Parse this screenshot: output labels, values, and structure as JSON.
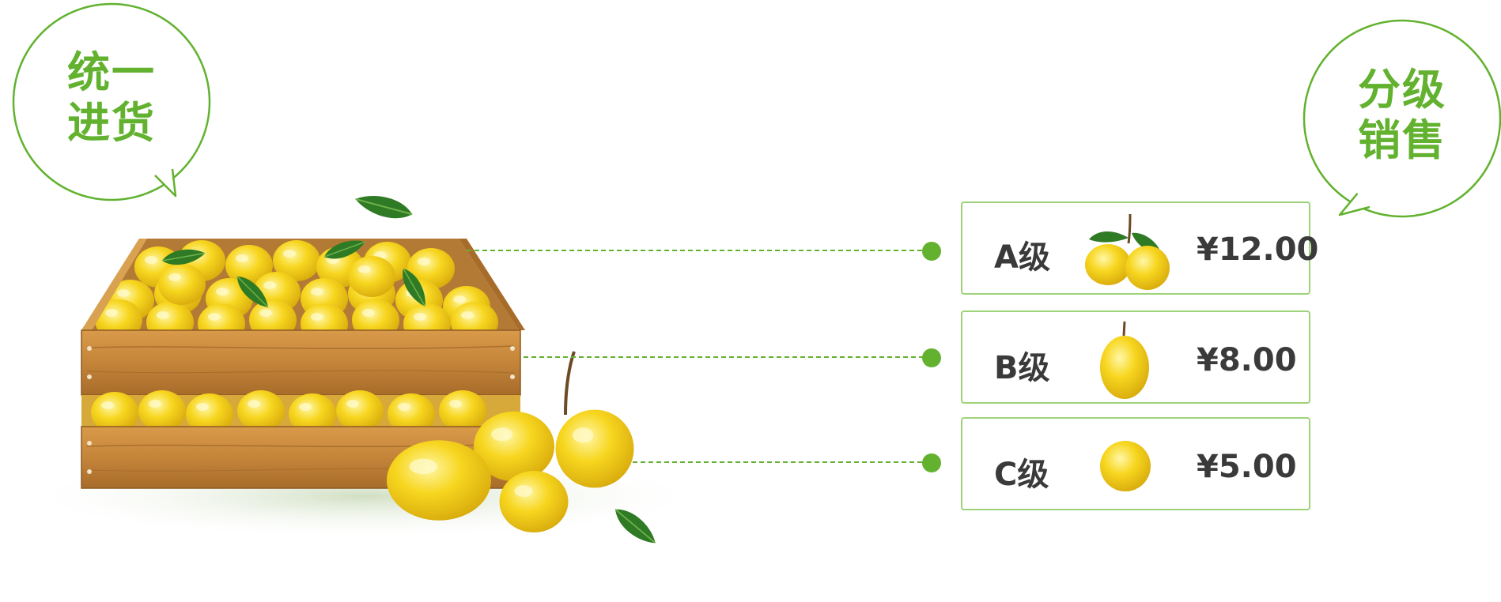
{
  "left_bubble": {
    "line1": "统一",
    "line2": "进货"
  },
  "right_bubble": {
    "line1": "分级",
    "line2": "销售"
  },
  "grades": [
    {
      "label": "A级",
      "price": "¥12.00",
      "icon": "two-lemons-with-leaves-icon"
    },
    {
      "label": "B级",
      "price": "¥8.00",
      "icon": "oval-lemon-icon"
    },
    {
      "label": "C级",
      "price": "¥5.00",
      "icon": "round-lemon-icon"
    }
  ],
  "colors": {
    "accent_green": "#62b22f",
    "box_border": "#9fd37a",
    "wood": "#c68a3e",
    "lemon": "#f5d21c",
    "leaf": "#2f7a24"
  }
}
